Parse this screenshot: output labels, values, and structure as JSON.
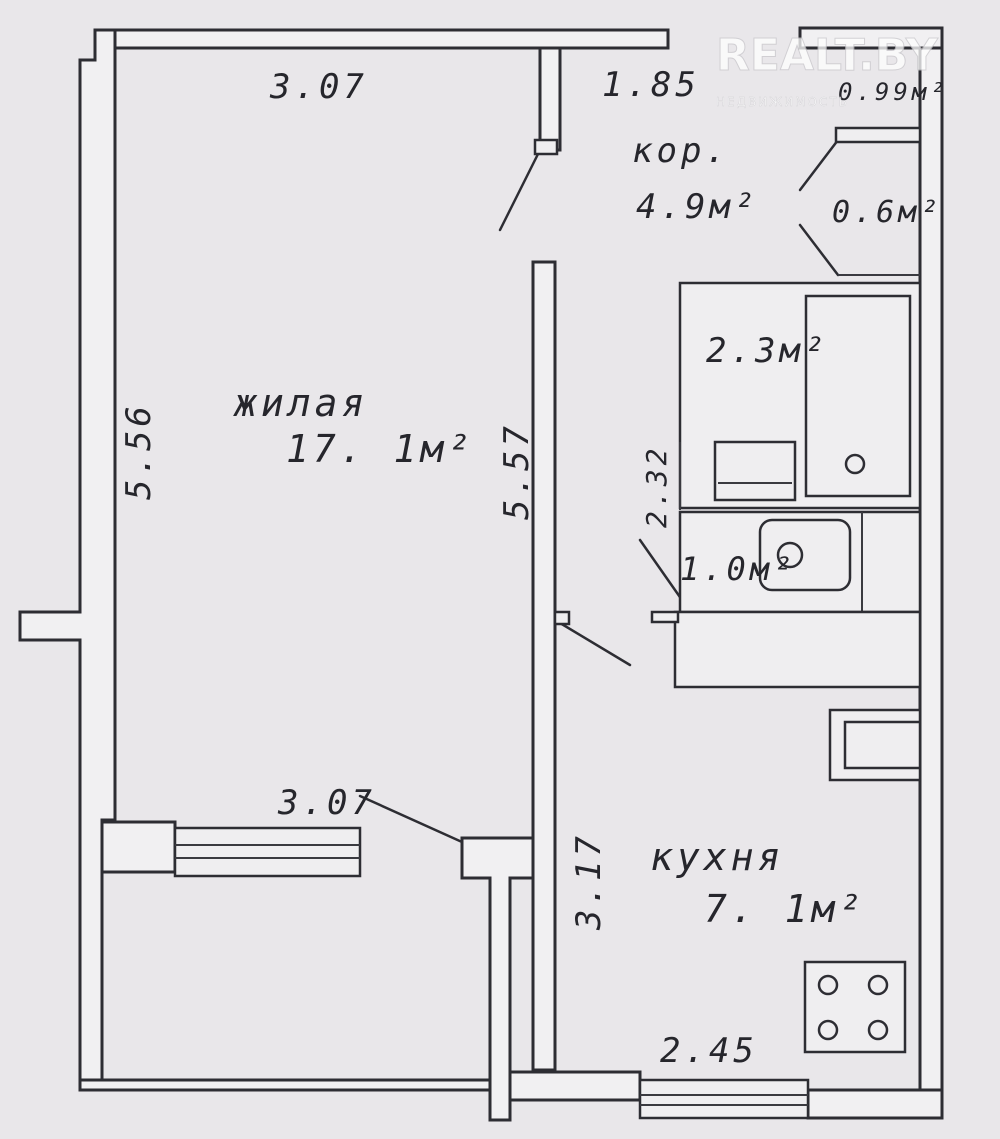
{
  "watermark": {
    "brand": "REALT.BY",
    "tagline": "НЕДВИЖИМОСТЬ"
  },
  "rooms": {
    "living": {
      "name": "жилая",
      "area": "17. 1м²"
    },
    "corridor": {
      "name": "кор.",
      "area": "4.9м²"
    },
    "storage": {
      "area": "0.6м²"
    },
    "bath": {
      "area": "2.3м²"
    },
    "wc": {
      "area": "1.0м²"
    },
    "kitchen": {
      "name": "кухня",
      "area": "7. 1м²"
    },
    "top_right": {
      "area": "0.99м²"
    }
  },
  "dimensions": {
    "living_top": "3.07",
    "living_bottom": "3.07",
    "living_left": "5.56",
    "living_right": "5.57",
    "corridor_top": "1.85",
    "bath_side": "2.32",
    "kitchen_left": "3.17",
    "kitchen_bottom": "2.45"
  },
  "colors": {
    "paper": "#e9e7ea",
    "ink": "#2d2d33"
  }
}
